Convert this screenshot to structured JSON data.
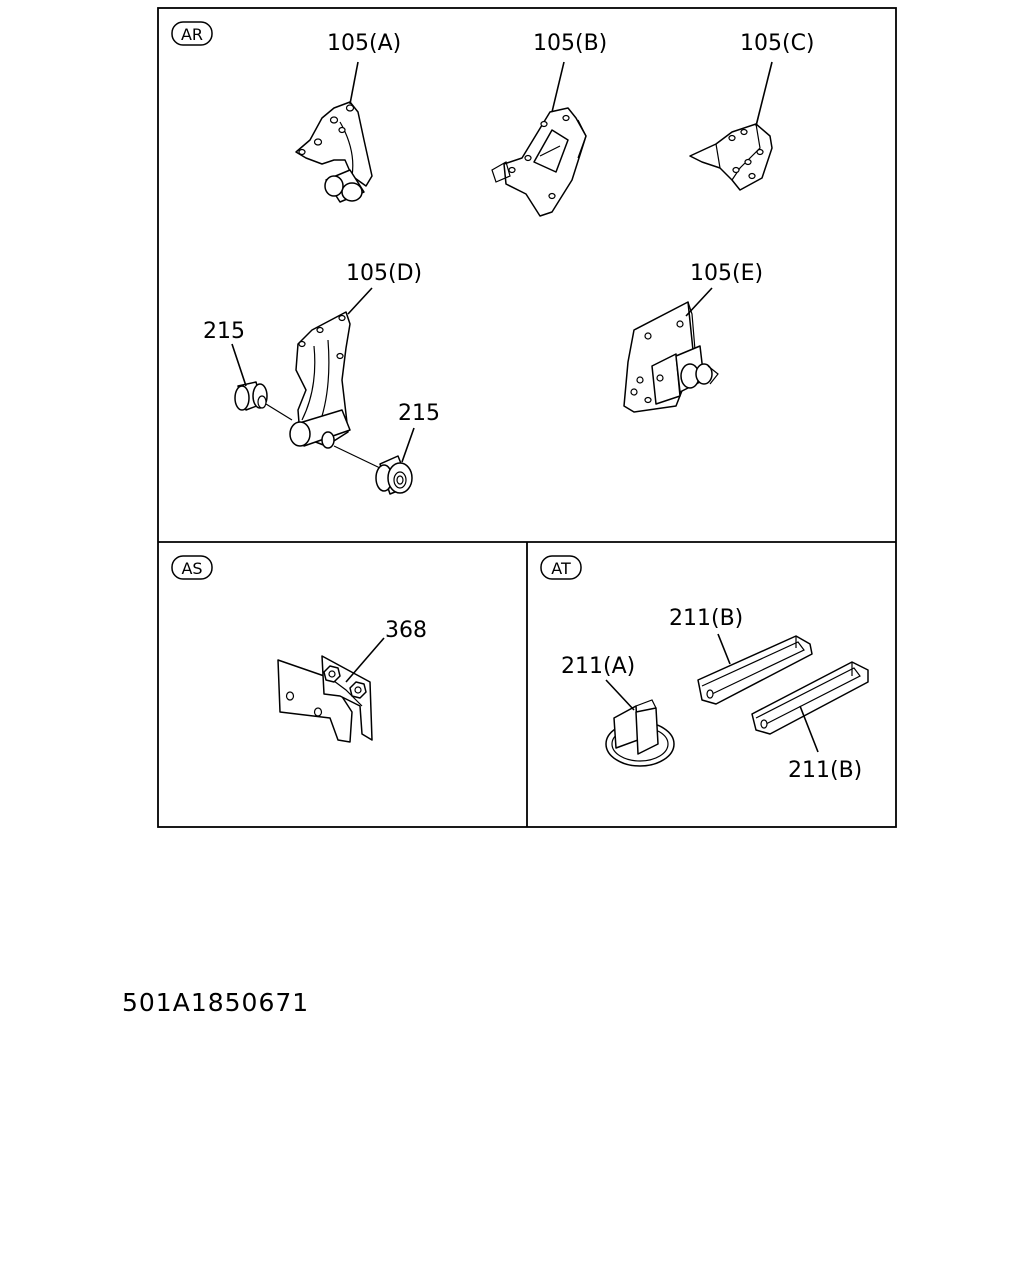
{
  "sections": {
    "ar": {
      "tag": "AR",
      "labels": {
        "p105a": "105(A)",
        "p105b": "105(B)",
        "p105c": "105(C)",
        "p105d": "105(D)",
        "p105e": "105(E)",
        "p215_left": "215",
        "p215_right": "215"
      }
    },
    "as": {
      "tag": "AS",
      "labels": {
        "p368": "368"
      }
    },
    "at": {
      "tag": "AT",
      "labels": {
        "p211a": "211(A)",
        "p211b_top": "211(B)",
        "p211b_bottom": "211(B)"
      }
    }
  },
  "figure_code": "501A1850671"
}
